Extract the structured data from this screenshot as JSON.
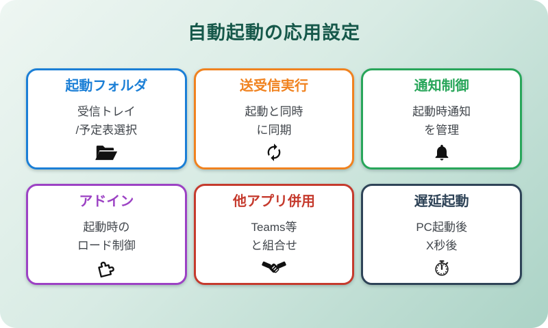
{
  "page": {
    "title": "自動起動の応用設定",
    "title_color": "#16584a"
  },
  "theme": {
    "bg_start": "#eef6f2",
    "bg_mid": "#d8ebe4",
    "bg_end": "#abd3c6",
    "card_bg": "#ffffff",
    "body_text_color": "#40454b",
    "icon_color": "#111111"
  },
  "cards": [
    {
      "title": "起動フォルダ",
      "line1": "受信トレイ",
      "line2": "/予定表選択",
      "color": "#1b7fd6",
      "icon": "folder-open"
    },
    {
      "title": "送受信実行",
      "line1": "起動と同時",
      "line2": "に同期",
      "color": "#f0821f",
      "icon": "sync"
    },
    {
      "title": "通知制御",
      "line1": "起動時通知",
      "line2": "を管理",
      "color": "#28a65a",
      "icon": "bell"
    },
    {
      "title": "アドイン",
      "line1": "起動時の",
      "line2": "ロード制御",
      "color": "#9c42c4",
      "icon": "puzzle"
    },
    {
      "title": "他アプリ併用",
      "line1": "Teams等",
      "line2": "と組合せ",
      "color": "#c53a2d",
      "icon": "handshake"
    },
    {
      "title": "遅延起動",
      "line1": "PC起動後",
      "line2": "X秒後",
      "color": "#2e4357",
      "icon": "stopwatch"
    }
  ]
}
